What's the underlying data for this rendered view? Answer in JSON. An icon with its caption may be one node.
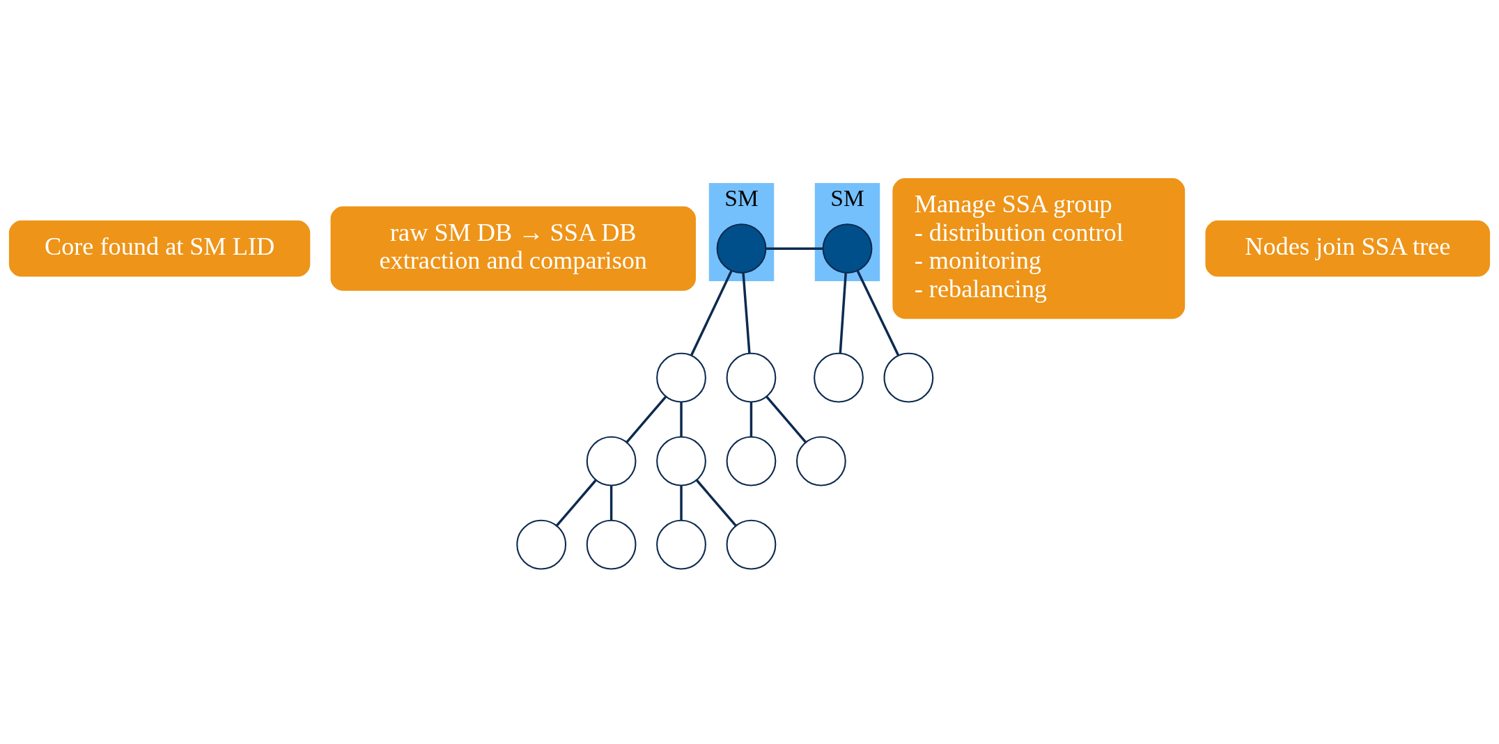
{
  "diagram": {
    "nodes": [
      {
        "text": [
          "Core found at SM LID"
        ]
      },
      {
        "text": [
          "raw SM DB → SSA DB",
          "extraction and comparison"
        ]
      },
      {
        "text": [
          "SM"
        ]
      },
      {
        "text": [],
        "shape": "circle",
        "in": 2
      },
      {
        "text": [
          "SM"
        ]
      },
      {
        "text": [],
        "shape": "circle",
        "in": 4
      },
      {
        "text": [
          "Manage SSA group",
          "- distribution control",
          "- monitoring",
          "- rebalancing"
        ]
      },
      {
        "text": [
          "Nodes join SSA tree"
        ]
      },
      {
        "text": [],
        "shape": "circle"
      },
      {
        "text": [],
        "shape": "circle"
      },
      {
        "text": [],
        "shape": "circle"
      },
      {
        "text": [],
        "shape": "circle"
      },
      {
        "text": [],
        "shape": "circle"
      },
      {
        "text": [],
        "shape": "circle"
      },
      {
        "text": [],
        "shape": "circle"
      },
      {
        "text": [],
        "shape": "circle"
      },
      {
        "text": [],
        "shape": "circle"
      },
      {
        "text": [],
        "shape": "circle"
      },
      {
        "text": [],
        "shape": "circle"
      },
      {
        "text": [],
        "shape": "circle"
      }
    ],
    "edges": [
      {
        "from": 3,
        "to": 5,
        "arrow": "none"
      },
      {
        "from": 3,
        "to": 8,
        "arrow": "none"
      },
      {
        "from": 3,
        "to": 9,
        "arrow": "none"
      },
      {
        "from": 8,
        "to": 10,
        "arrow": "none"
      },
      {
        "from": 8,
        "to": 11,
        "arrow": "none"
      },
      {
        "from": 10,
        "to": 12,
        "arrow": "none"
      },
      {
        "from": 10,
        "to": 13,
        "arrow": "none"
      },
      {
        "from": 11,
        "to": 14,
        "arrow": "none"
      },
      {
        "from": 11,
        "to": 15,
        "arrow": "none"
      },
      {
        "from": 9,
        "to": 16,
        "arrow": "none"
      },
      {
        "from": 9,
        "to": 17,
        "arrow": "none"
      },
      {
        "from": 5,
        "to": 18,
        "arrow": "none"
      },
      {
        "from": 5,
        "to": 19,
        "arrow": "none"
      }
    ]
  }
}
